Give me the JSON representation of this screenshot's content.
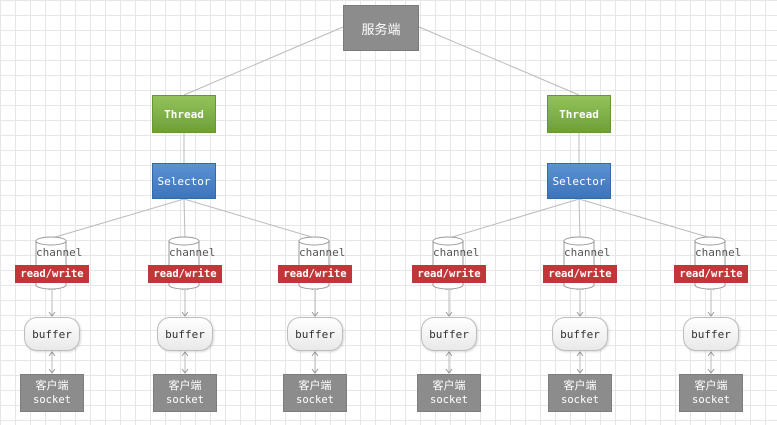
{
  "server": {
    "label": "服务端"
  },
  "threads": [
    {
      "thread_label": "Thread",
      "selector_label": "Selector",
      "channels": [
        {
          "channel": "channel",
          "rw": "read/write",
          "buffer": "buffer",
          "client": "客户端",
          "socket": "socket"
        },
        {
          "channel": "channel",
          "rw": "read/write",
          "buffer": "buffer",
          "client": "客户端",
          "socket": "socket"
        },
        {
          "channel": "channel",
          "rw": "read/write",
          "buffer": "buffer",
          "client": "客户端",
          "socket": "socket"
        }
      ]
    },
    {
      "thread_label": "Thread",
      "selector_label": "Selector",
      "channels": [
        {
          "channel": "channel",
          "rw": "read/write",
          "buffer": "buffer",
          "client": "客户端",
          "socket": "socket"
        },
        {
          "channel": "channel",
          "rw": "read/write",
          "buffer": "buffer",
          "client": "客户端",
          "socket": "socket"
        },
        {
          "channel": "channel",
          "rw": "read/write",
          "buffer": "buffer",
          "client": "客户端",
          "socket": "socket"
        }
      ]
    }
  ],
  "colors": {
    "grid": "#e6e6e6",
    "server": "#8c8c8c",
    "thread": "#7aad43",
    "selector": "#4a82c8",
    "read_write": "#c0373a",
    "client": "#8c8c8c",
    "connector": "#bbbbbb"
  }
}
